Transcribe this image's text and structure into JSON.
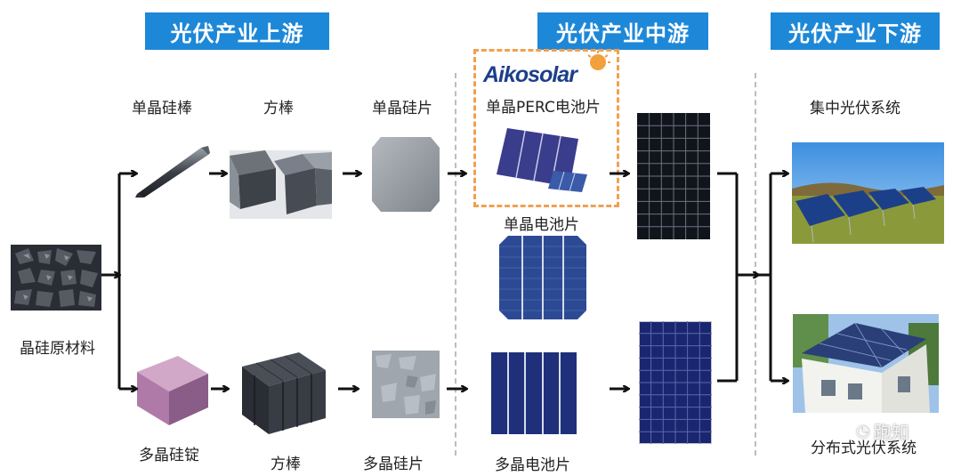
{
  "headers": {
    "upstream": "光伏产业上游",
    "midstream": "光伏产业中游",
    "downstream": "光伏产业下游"
  },
  "brand": {
    "logo_text": "Aikosolar"
  },
  "labels": {
    "raw_material": "晶硅原材料",
    "mono_rod": "单晶硅棒",
    "mono_square": "方棒",
    "mono_wafer": "单晶硅片",
    "perc_cell": "单晶PERC电池片",
    "mono_cell": "单晶电池片",
    "central_pv": "集中光伏系统",
    "poly_ingot": "多晶硅锭",
    "poly_square": "方棒",
    "poly_wafer": "多晶硅片",
    "poly_cell": "多晶电池片",
    "distributed_pv": "分布式光伏系统"
  },
  "watermark": {
    "text": "跑知"
  },
  "colors": {
    "header_blue": "#1e88d8",
    "highlight_orange": "#f0a050",
    "arrow": "#111111",
    "cell_blue": "#2b3f8f"
  }
}
